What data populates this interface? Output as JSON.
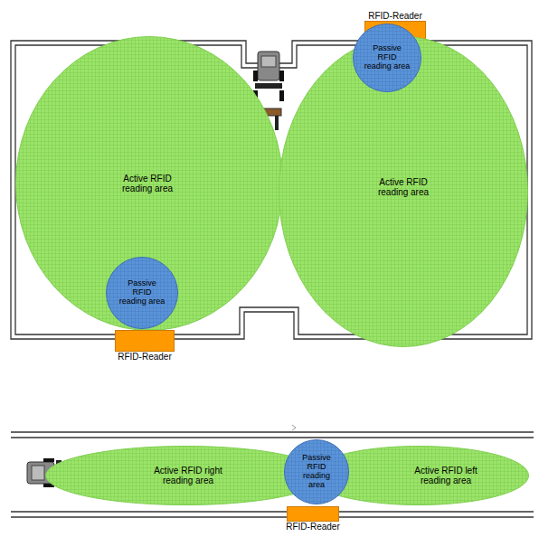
{
  "diagram": {
    "nodes": [
      {
        "text": [
          "RFID-Reader"
        ]
      },
      {
        "text": [
          "Active RFID reading area"
        ]
      },
      {
        "text": [
          "Passive RFID reading area"
        ],
        "in": 1
      },
      {
        "text": [
          "Active RFID reading area"
        ]
      },
      {
        "text": [
          "Passive RFID reading area"
        ],
        "in": 3
      },
      {
        "text": [
          "RFID-Reader"
        ]
      },
      {
        "text": [
          "Active RFID right reading area"
        ]
      },
      {
        "text": [
          "Passive RFID reading area"
        ]
      },
      {
        "text": [
          "Active RFID left reading area"
        ]
      },
      {
        "text": [
          "RFID-Reader"
        ]
      }
    ]
  }
}
